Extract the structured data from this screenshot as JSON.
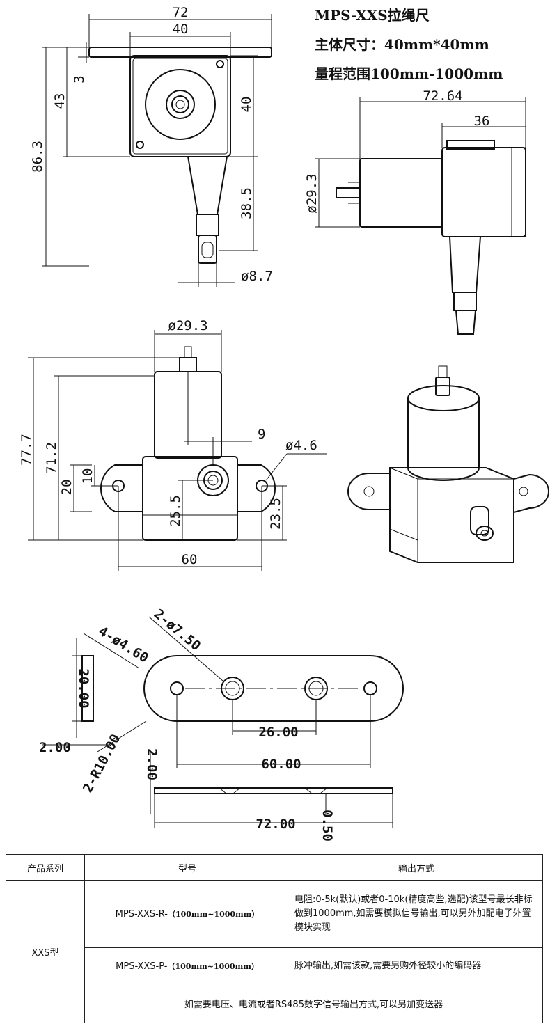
{
  "header": {
    "title": "MPS-XXS拉绳尺",
    "body_size": "主体尺寸：40mm*40mm",
    "range": "量程范围100mm-1000mm"
  },
  "front_view": {
    "dim_width_total": "72",
    "dim_width_body": "40",
    "dim_height_total": "86.3",
    "dim_height_body": "43",
    "dim_plate": "3",
    "dim_body_side": "40",
    "dim_cable": "38.5",
    "dim_end_dia": "ø8.7"
  },
  "side_view": {
    "dim_length": "72.64",
    "dim_body": "36",
    "dim_dia": "ø29.3"
  },
  "bottom_view": {
    "dim_dia": "ø29.3",
    "dim_height_total": "77.7",
    "dim_height": "71.2",
    "dim_offset": "9",
    "dim_hole": "ø4.6",
    "dim_20": "20",
    "dim_10": "10",
    "dim_25_5": "25.5",
    "dim_23_5": "23.5",
    "dim_60": "60"
  },
  "plate_drawing": {
    "dim_20": "20.00",
    "dim_2": "2.00",
    "dim_r10": "2-R10.00",
    "dim_2b": "2.00",
    "dim_holes_small": "4-ø4.60",
    "dim_holes_large": "2-ø7.50",
    "dim_26": "26.00",
    "dim_60": "60.00",
    "dim_72": "72.00",
    "dim_050": "0.50"
  },
  "table": {
    "headers": [
      "产品系列",
      "型号",
      "输出方式"
    ],
    "series": "XXS型",
    "rows": [
      {
        "model": "MPS-XXS-R-",
        "range": "（100mm~1000mm）",
        "output": "电阻:0-5k(默认)或者0-10k(精度高些,选配)该型号最长非标做到1000mm,如需要模拟信号输出,可以另外加配电子外置模块实现"
      },
      {
        "model": "MPS-XXS-P-",
        "range": "（100mm~1000mm）",
        "output": "脉冲输出,如需该款,需要另购外径较小的编码器"
      }
    ],
    "footer": "如需要电压、电流或者RS485数字信号输出方式,可以另加变送器"
  }
}
